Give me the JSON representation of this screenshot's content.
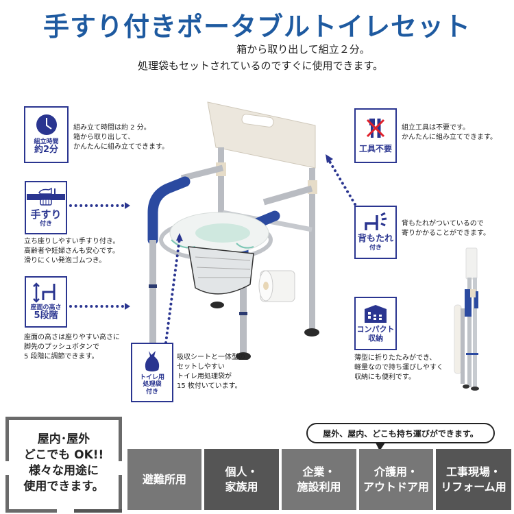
{
  "header": {
    "title": "手すり付きポータブルトイレセット",
    "subtitle_line1": "箱から取り出して組立２分。",
    "subtitle_line2": "処理袋もセットされているのですぐに使用できます。"
  },
  "colors": {
    "title_blue": "#1e5aa0",
    "icon_navy": "#2a3590",
    "tile_gray_light": "#777777",
    "tile_gray_dark": "#555555"
  },
  "features": [
    {
      "id": "assembly-time",
      "icon": "clock-icon",
      "label_line1": "組立時間",
      "label_line2": "約2分",
      "desc": [
        "組み立て時間は約 2 分。",
        "箱から取り出して、",
        "かんたんに組み立てできます。"
      ]
    },
    {
      "id": "handrail",
      "icon": "hand-grip-icon",
      "label_line1": "手すり",
      "label_line2": "付き",
      "desc": [
        "立ち座りしやすい手すり付き。",
        "高齢者や妊婦さんも安心です。",
        "滑りにくい発泡ゴムつき。"
      ]
    },
    {
      "id": "seat-height",
      "icon": "seat-height-icon",
      "label_line1": "座面の高さ",
      "label_line2": "5段階",
      "desc": [
        "座面の高さは座りやすい高さに",
        "脚先のプッシュボタンで",
        "5 段階に調節できます。"
      ]
    },
    {
      "id": "toilet-bag",
      "icon": "garbage-bag-icon",
      "label_line1": "トイレ用",
      "label_line2": "処理袋",
      "label_line3": "付き",
      "desc": [
        "吸収シートと一体型の",
        "セットしやすい",
        "トイレ用処理袋が",
        "15 枚付いています。"
      ]
    },
    {
      "id": "no-tools",
      "icon": "no-tools-icon",
      "label_line1": "工具不要",
      "desc": [
        "組立工具は不要です。",
        "かんたんに組み立てできます。"
      ]
    },
    {
      "id": "backrest",
      "icon": "backrest-icon",
      "label_line1": "背もたれ",
      "label_line2": "付き",
      "desc": [
        "背もたれがついているので",
        "寄りかかることができます。"
      ]
    },
    {
      "id": "compact",
      "icon": "warehouse-icon",
      "label_line1": "コンパクト",
      "label_line2": "収納",
      "desc": [
        "薄型に折りたたみができ、",
        "軽量なので持ち運びしやすく",
        "収納にも便利です。"
      ]
    }
  ],
  "bottom": {
    "ok_text": [
      "屋内･屋外",
      "どこでも OK!!",
      "様々な用途に",
      "使用できます。"
    ],
    "bubble": "屋外、屋内、どこも持ち運びができます。",
    "uses": [
      {
        "line1": "避難所用",
        "line2": ""
      },
      {
        "line1": "個人・",
        "line2": "家族用"
      },
      {
        "line1": "企業・",
        "line2": "施設利用"
      },
      {
        "line1": "介護用・",
        "line2": "アウトドア用"
      },
      {
        "line1": "工事現場・",
        "line2": "リフォーム用"
      }
    ]
  }
}
